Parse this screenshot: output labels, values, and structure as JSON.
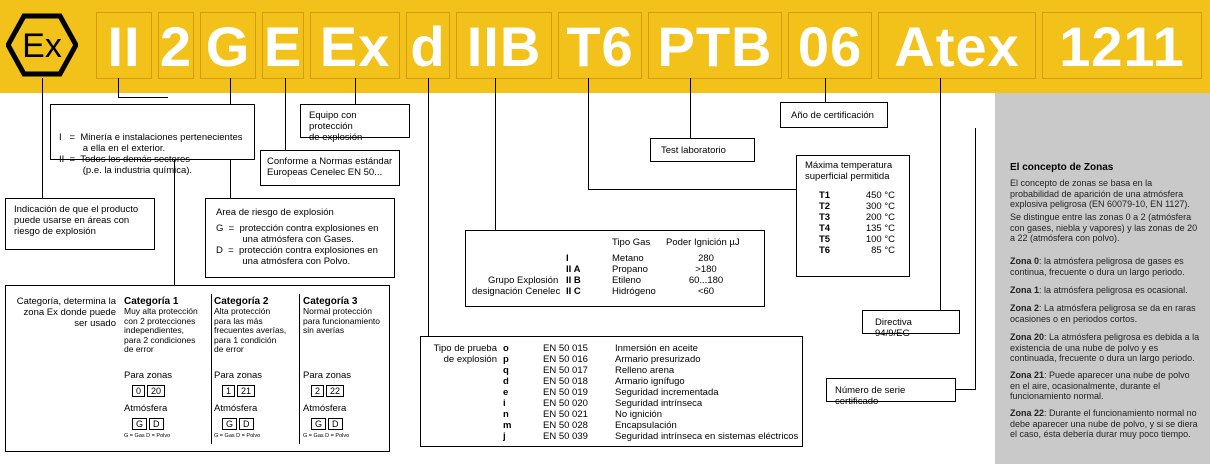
{
  "header": {
    "segments": [
      "II",
      "2",
      "G",
      "E",
      "Ex",
      "d",
      "IIB",
      "T6",
      "PTB",
      "06",
      "Atex",
      "1211"
    ],
    "logo_text": "Ex",
    "band_color": "#f2c21b"
  },
  "callouts": {
    "indicacion": [
      "Indicación de que el producto",
      "puede usarse en áreas con",
      "riesgo de explosión"
    ],
    "mineria": [
      "I   =  Minería e instalaciones pertenecientes",
      "         a ella en el exterior.",
      "II  =  Todos los demás sectores",
      "         (p.e. la industria química)."
    ],
    "conforme": [
      "Conforme a Normas estándar",
      "Europeas Cenelec EN 50..."
    ],
    "equipo": [
      "Equipo con protección",
      "de explosión"
    ],
    "test": "Test laboratorio",
    "ano": "Año de certificación",
    "directiva": "Directiva 94/9/EG",
    "numero": "Número de serie certificado"
  },
  "riesgo": {
    "title": "Area de riesgo de explosión",
    "g": [
      "G  =  protección contra explosiones en",
      "          una atmósfera con Gases."
    ],
    "d": [
      "D  =  protección contra explosiones en",
      "          una atmósfera con Polvo."
    ]
  },
  "temperatura": {
    "title": [
      "Máxima temperatura",
      "superficial permitida"
    ],
    "rows": [
      [
        "T1",
        "450 °C"
      ],
      [
        "T2",
        "300 °C"
      ],
      [
        "T3",
        "200 °C"
      ],
      [
        "T4",
        "135 °C"
      ],
      [
        "T5",
        "100 °C"
      ],
      [
        "T6",
        "85 °C"
      ]
    ]
  },
  "grupo": {
    "label": [
      "Grupo Explosión",
      "designación Cenelec"
    ],
    "headers": [
      "Tipo Gas",
      "Poder Ignición µJ"
    ],
    "rows": [
      [
        "I",
        "Metano",
        "280"
      ],
      [
        "II A",
        "Propano",
        ">180"
      ],
      [
        "II B",
        "Etileno",
        "60...180"
      ],
      [
        "II C",
        "Hidrógeno",
        "<60"
      ]
    ]
  },
  "categoria": {
    "label": [
      "Categoría, determina la",
      "zona Ex donde puede",
      "ser usado"
    ],
    "cats": [
      {
        "title": "Categoría 1",
        "desc": [
          "Muy alta protección",
          "con 2 protecciones",
          "independientes,",
          "para 2 condiciones",
          "de error"
        ],
        "zonas": [
          "0",
          "20"
        ]
      },
      {
        "title": "Categoría 2",
        "desc": [
          "Alta protección",
          "para las más",
          "frecuentes averías,",
          "para 1 condición",
          "de error"
        ],
        "zonas": [
          "1",
          "21"
        ]
      },
      {
        "title": "Categoría 3",
        "desc": [
          "Normal protección",
          "para funcionamiento",
          "sin averías"
        ],
        "zonas": [
          "2",
          "22"
        ]
      }
    ],
    "para_zonas": "Para zonas",
    "atmosfera": "Atmósfera",
    "gd": [
      "G",
      "D"
    ],
    "legend": "G = Gas    D = Polvo"
  },
  "prueba": {
    "label": [
      "Tipo de prueba",
      "de explosión"
    ],
    "rows": [
      [
        "o",
        "EN 50 015",
        "Inmersión en aceite"
      ],
      [
        "p",
        "EN 50 016",
        "Armario presurizado"
      ],
      [
        "q",
        "EN 50 017",
        "Relleno arena"
      ],
      [
        "d",
        "EN 50 018",
        "Armario ignífugo"
      ],
      [
        "e",
        "EN 50 019",
        "Seguridad incrementada"
      ],
      [
        "i",
        "EN 50 020",
        "Seguridad intrínseca"
      ],
      [
        "n",
        "EN 50 021",
        "No ignición"
      ],
      [
        "m",
        "EN 50 028",
        "Encapsulación"
      ],
      [
        "j",
        "EN 50 039",
        "Seguridad intrínseca en sistemas eléctricos"
      ]
    ]
  },
  "zonas": {
    "title": "El concepto de Zonas",
    "intro": "El concepto de zonas se basa en la probabilidad de aparición de una atmósfera explosiva peligrosa (EN 60079-10, EN 1127).",
    "intro2": "Se distingue entre las zonas 0 a 2 (atmósfera con gases, niebla y vapores) y las zonas de 20 a 22 (atmósfera con polvo).",
    "items": [
      [
        "Zona 0",
        ": la atmósfera peligrosa de gases es continua, frecuente o dura un largo periodo."
      ],
      [
        "Zona 1",
        ": la atmósfera peligrosa es ocasional."
      ],
      [
        "Zona 2",
        ": La atmósfera peligrosa se da en raras ocasiones o en periodos cortos."
      ],
      [
        "Zona 20",
        ": La atmósfera peligrosa es debida a la existencia de una nube de polvo y es continuada, frecuente o dura un largo periodo."
      ],
      [
        "Zona 21",
        ": Puede aparecer una nube de polvo en el aire, ocasionalmente, durante el funcionamiento normal."
      ],
      [
        "Zona 22",
        ": Durante el funcionamiento normal no debe aparecer una nube de polvo, y si se diera el caso, ésta debería durar muy poco tiempo."
      ]
    ]
  }
}
